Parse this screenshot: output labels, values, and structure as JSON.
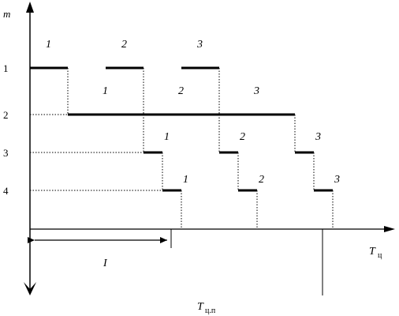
{
  "axes": {
    "y_label": "m",
    "x_label": "T",
    "x_label_sub": "ц",
    "bottom_label": "T",
    "bottom_label_sub": "ц.п",
    "interval_label": "I"
  },
  "y_ticks": [
    "1",
    "2",
    "3",
    "4"
  ],
  "machine_rows": [
    {
      "row": "1",
      "ops": [
        {
          "label": "1",
          "start": 0,
          "end": 1
        },
        {
          "label": "2",
          "start": 2,
          "end": 3
        },
        {
          "label": "3",
          "start": 4,
          "end": 5
        }
      ]
    },
    {
      "row": "2",
      "ops": [
        {
          "label": "1",
          "start": 1,
          "end": 3
        },
        {
          "label": "2",
          "start": 3,
          "end": 5
        },
        {
          "label": "3",
          "start": 5,
          "end": 7
        }
      ]
    },
    {
      "row": "3",
      "ops": [
        {
          "label": "1",
          "start": 3,
          "end": 3.5
        },
        {
          "label": "2",
          "start": 5,
          "end": 5.5
        },
        {
          "label": "3",
          "start": 7,
          "end": 7.5
        }
      ]
    },
    {
      "row": "4",
      "ops": [
        {
          "label": "1",
          "start": 3.5,
          "end": 4
        },
        {
          "label": "2",
          "start": 5.5,
          "end": 6
        },
        {
          "label": "3",
          "start": 7.5,
          "end": 8
        }
      ]
    }
  ]
}
